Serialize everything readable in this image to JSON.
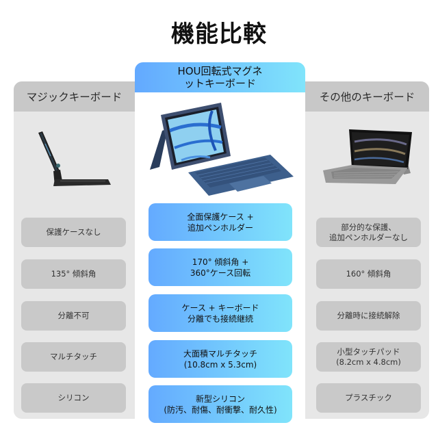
{
  "title": "機能比較",
  "columns": {
    "left": {
      "header": "マジックキーボード",
      "image": "magic-keyboard-product-image",
      "features": [
        "保護ケースなし",
        "135° 傾斜角",
        "分離不可",
        "マルチタッチ",
        "シリコン"
      ]
    },
    "center": {
      "header": "HOU回転式マグネ\nットキーボード",
      "image": "hou-rotating-magnetic-keyboard-product-image",
      "features": [
        "全面保護ケース +\n追加ペンホルダー",
        "170° 傾斜角 +\n360°ケース回転",
        "ケース + キーボード\n分離でも接続継続",
        "大面積マルチタッチ\n(10.8cm x 5.3cm)",
        "新型シリコン\n(防汚、耐傷、耐衝撃、耐久性)"
      ]
    },
    "right": {
      "header": "その他のキーボード",
      "image": "other-keyboard-product-image",
      "features": [
        "部分的な保護、\n追加ペンホルダーなし",
        "160° 傾斜角",
        "分離時に接続解除",
        "小型タッチパッド\n(8.2cm x 4.8cm)",
        "プラスチック"
      ]
    }
  },
  "colors": {
    "gradient_start": "#63a9ff",
    "gradient_end": "#80e4fb",
    "header_gray": "#c8c8c8",
    "column_gray": "#e7e7e7",
    "pill_gray": "#c9c9c9"
  }
}
